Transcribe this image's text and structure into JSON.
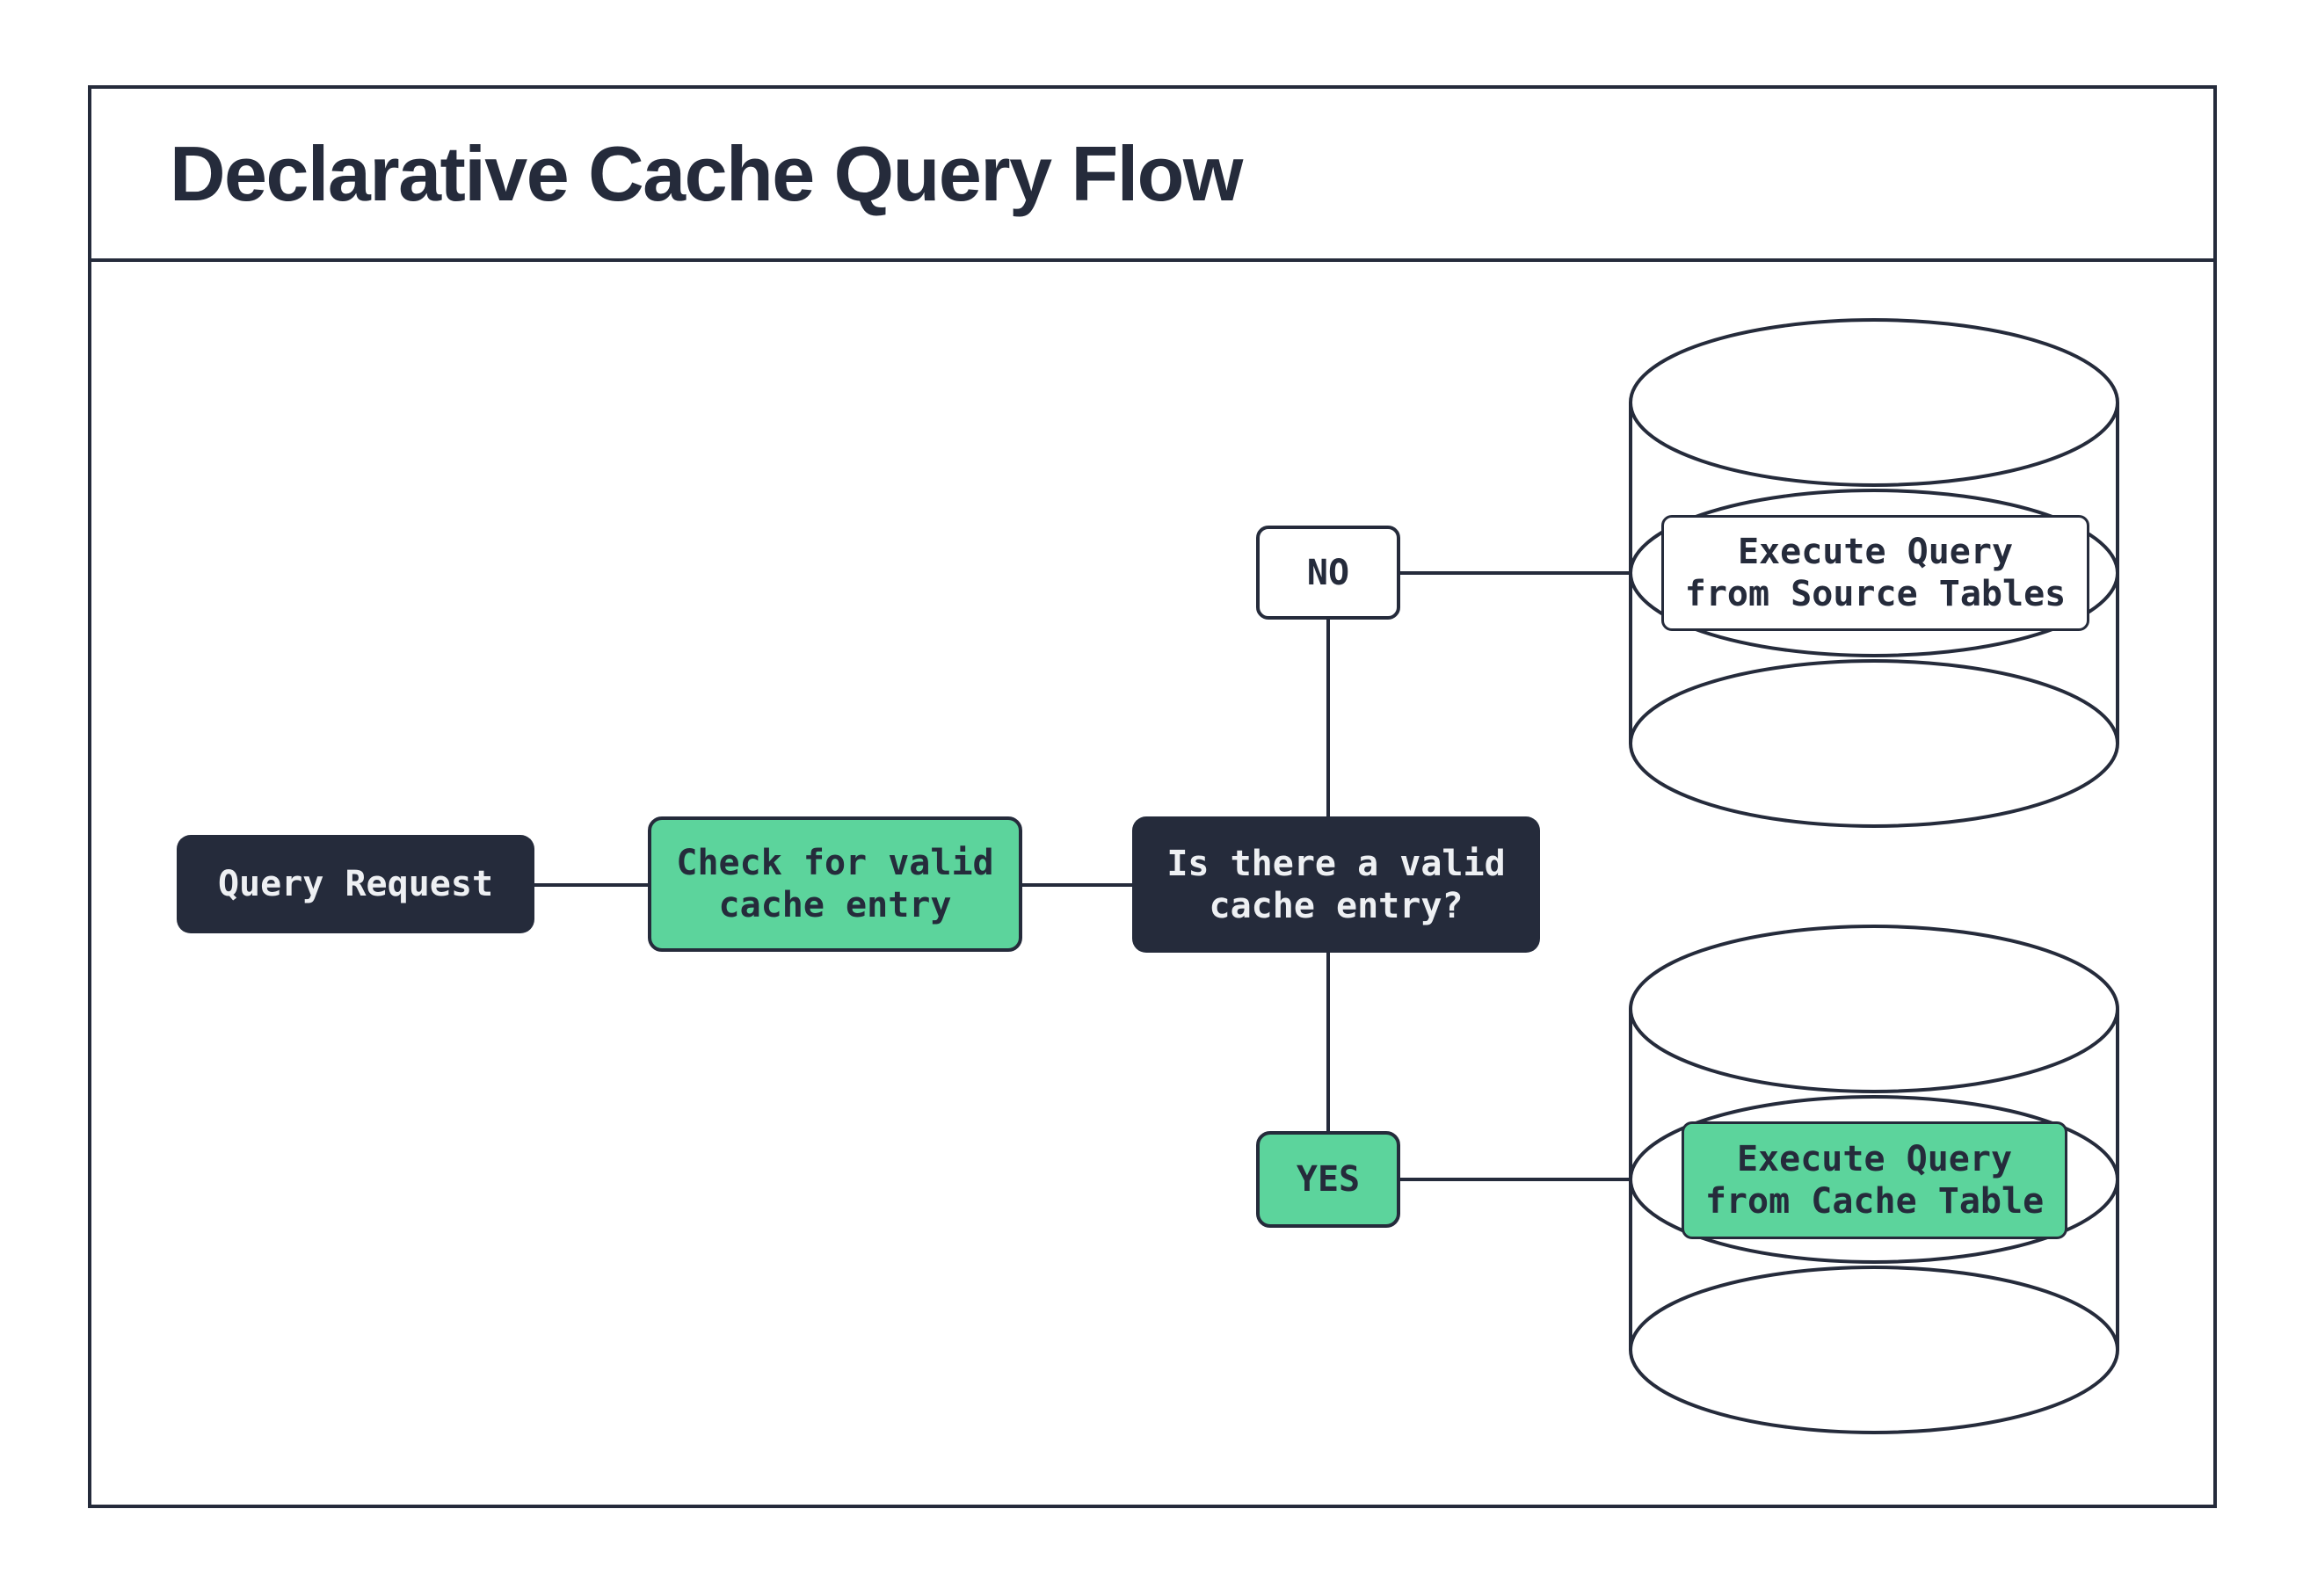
{
  "title": "Declarative Cache Query Flow",
  "palette": {
    "dark_navy": "#252b3b",
    "mint_green": "#5cd49c",
    "light_text": "#eef0f3",
    "white": "#ffffff"
  },
  "nodes": {
    "query_request": {
      "label": "Query Request"
    },
    "check_cache": {
      "label": "Check for valid\ncache entry"
    },
    "decision": {
      "label": "Is there a valid\ncache entry?"
    },
    "branch_no": {
      "label": "NO"
    },
    "branch_yes": {
      "label": "YES"
    },
    "source_db": {
      "label": "Execute Query\nfrom Source Tables"
    },
    "cache_db": {
      "label": "Execute Query\nfrom Cache Table"
    }
  }
}
